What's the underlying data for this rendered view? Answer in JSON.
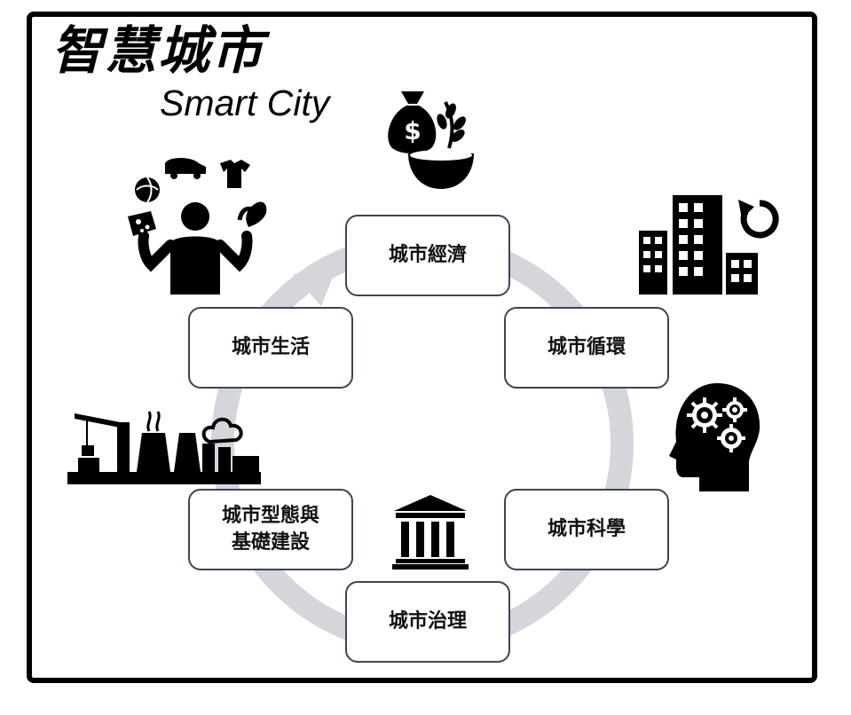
{
  "title": {
    "chinese": "智慧城市",
    "english": "Smart City"
  },
  "nodes": {
    "economy": "城市經濟",
    "circulation": "城市循環",
    "science": "城市科學",
    "governance": "城市治理",
    "form": "城市型態與\n基礎建設",
    "life": "城市生活"
  },
  "icons": {
    "economy": "money-bag-bowl-icon",
    "circulation": "buildings-recycle-icon",
    "science": "head-gears-icon",
    "governance": "government-building-icon",
    "form": "industry-construction-icon",
    "life": "person-juggling-icon"
  },
  "colors": {
    "cycle_arrow": "#d4d6db",
    "node_border": "#3b4555",
    "frame": "#000000"
  }
}
